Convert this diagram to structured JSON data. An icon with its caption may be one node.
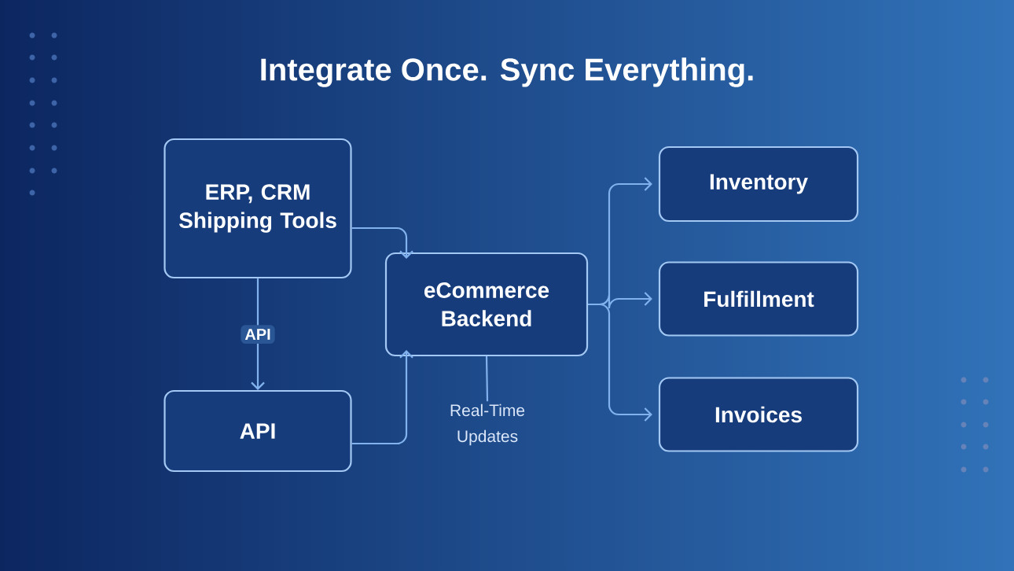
{
  "diagram": {
    "title": "Integrate Once. Sync Everything.",
    "nodes": [
      {
        "text": [
          "ERP, CRM Shipping Tools"
        ]
      },
      {
        "text": [
          "API"
        ]
      },
      {
        "text": [
          "eCommerce Backend"
        ]
      },
      {
        "text": [
          "Real-Time Updates"
        ]
      },
      {
        "text": [
          "Inventory"
        ]
      },
      {
        "text": [
          "Fulfillment"
        ]
      },
      {
        "text": [
          "Invoices"
        ]
      }
    ],
    "edges": [
      {
        "from": 0,
        "to": 1,
        "arrow": "to",
        "label": "API"
      },
      {
        "from": 0,
        "to": 2,
        "arrow": "to"
      },
      {
        "from": 1,
        "to": 2,
        "arrow": "to"
      },
      {
        "from": 2,
        "to": 3,
        "arrow": "none"
      },
      {
        "from": 2,
        "to": 4,
        "arrow": "to"
      },
      {
        "from": 2,
        "to": 5,
        "arrow": "to"
      },
      {
        "from": 2,
        "to": 6,
        "arrow": "to"
      }
    ]
  }
}
